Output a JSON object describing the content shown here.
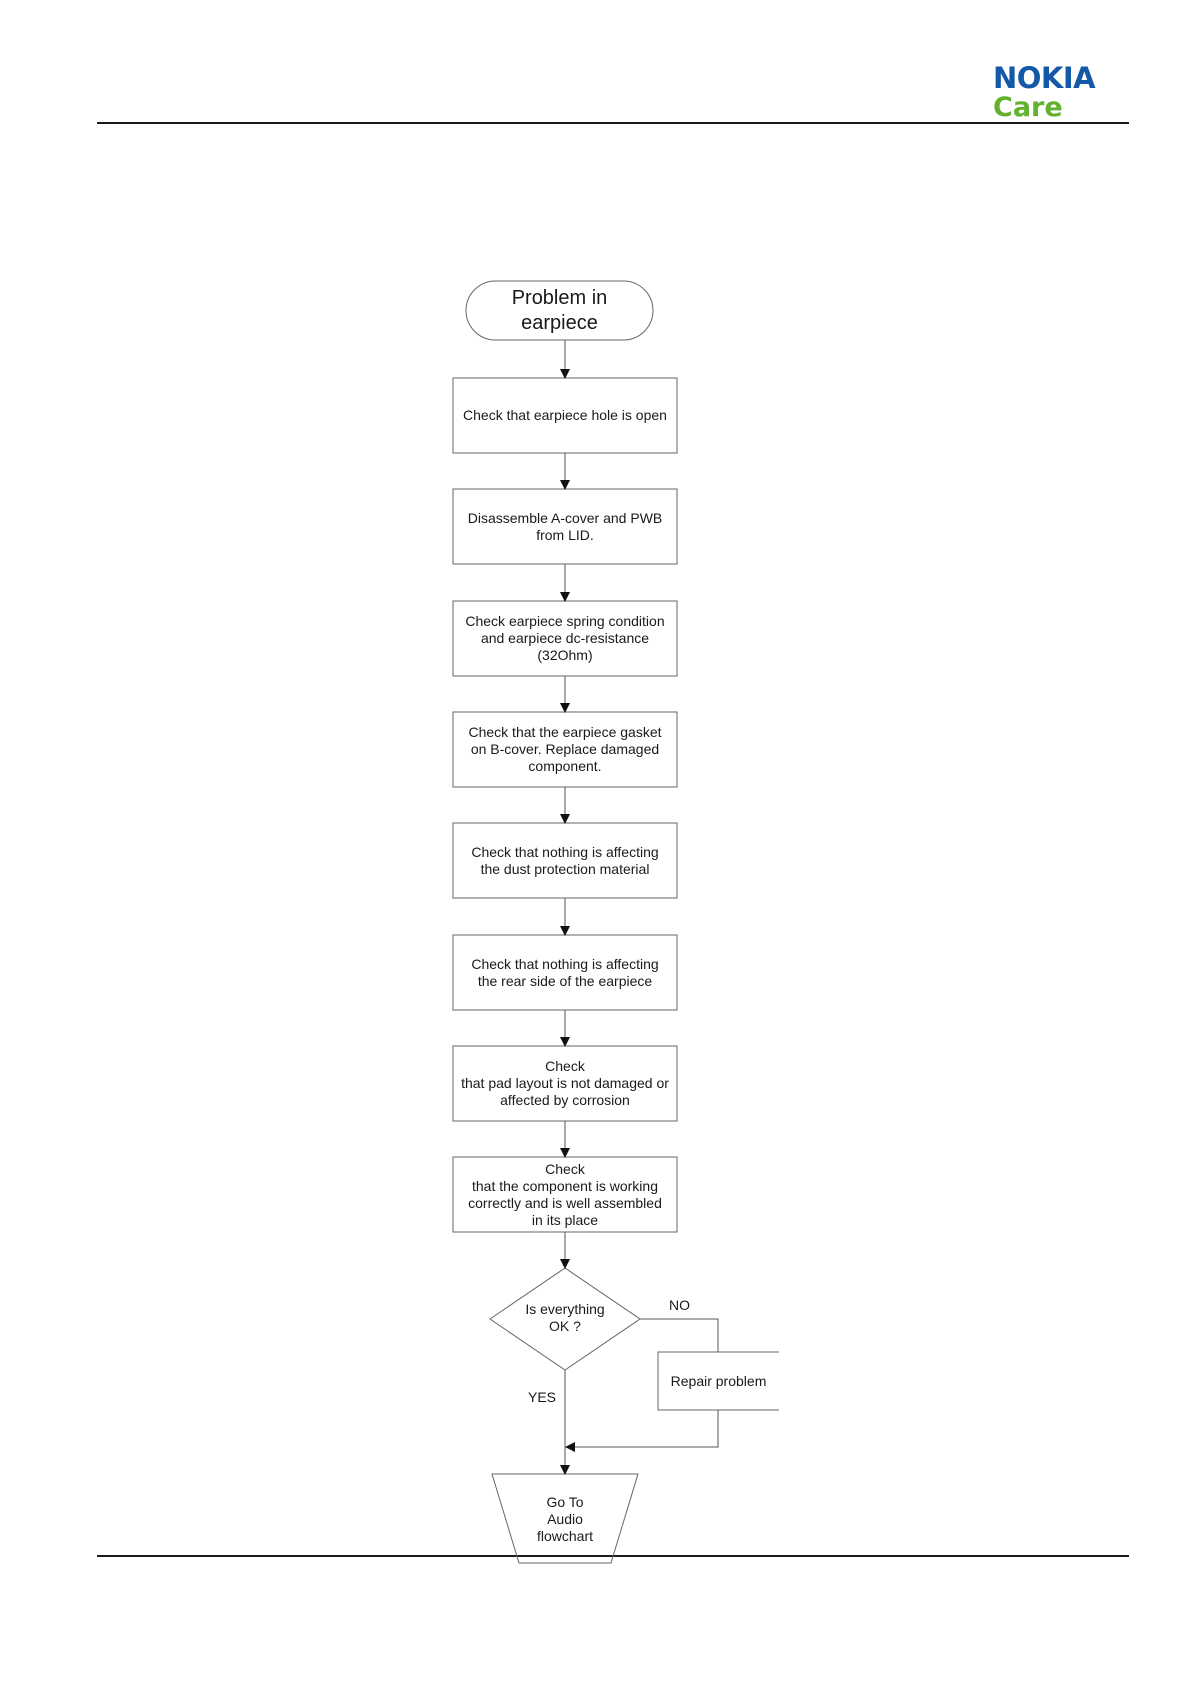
{
  "header": {
    "logo_line1": "NOKIA",
    "logo_line2": "Care"
  },
  "colors": {
    "nokia_blue": "#1458a8",
    "care_green": "#62b22e",
    "line": "#555555"
  },
  "flowchart": {
    "start": "Problem in\nearpiece",
    "steps": [
      "Check that earpiece hole is open",
      "Disassemble A-cover and PWB\nfrom LID.",
      "Check earpiece spring condition\nand earpiece dc-resistance\n(32Ohm)",
      "Check that the earpiece gasket\non B-cover. Replace damaged\ncomponent.",
      "Check that nothing is affecting\nthe dust protection material",
      "Check that nothing is affecting\nthe rear side of the earpiece",
      "Check\nthat pad layout is not damaged or\naffected by corrosion",
      "Check\nthat the component is working\ncorrectly and is well assembled\nin its place"
    ],
    "decision": "Is everything\nOK ?",
    "no_label": "NO",
    "yes_label": "YES",
    "repair": "Repair problem",
    "end": "Go To\nAudio\nflowchart"
  }
}
